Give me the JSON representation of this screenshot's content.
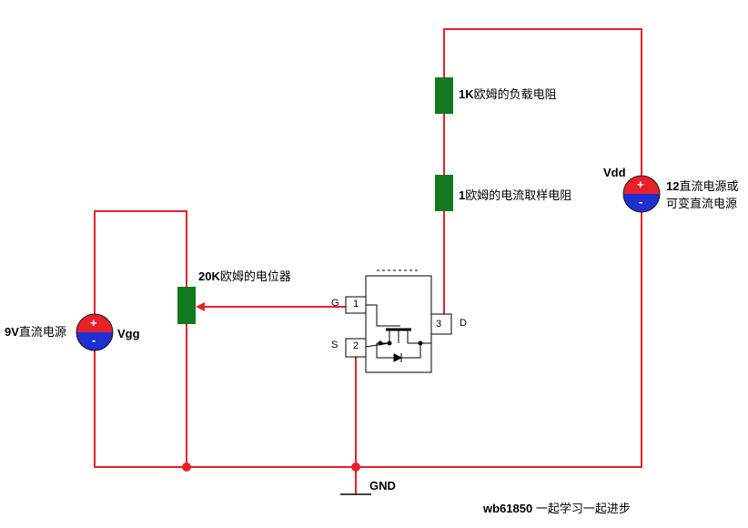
{
  "labels": {
    "load_resistor": {
      "bold": "1K",
      "text": "欧姆的负载电阻"
    },
    "sense_resistor": {
      "bold": "1",
      "text": "欧姆的电流取样电阻"
    },
    "vdd_name": "Vdd",
    "vdd_desc_line1_bold": "12",
    "vdd_desc_line1_text": "直流电源或",
    "vdd_desc_line2": "可变直流电源",
    "pot": {
      "bold": "20K",
      "text": "欧姆的电位器"
    },
    "vgg_supply": {
      "bold": "9V",
      "text": "直流电源"
    },
    "vgg_name": "Vgg",
    "gnd": "GND",
    "footer": {
      "bold": "wb61850",
      "text": " 一起学习一起进步"
    }
  },
  "pins": {
    "gate": {
      "letter": "G",
      "number": "1"
    },
    "source": {
      "letter": "S",
      "number": "2"
    },
    "drain": {
      "letter": "D",
      "number": "3"
    }
  },
  "symbols": {
    "plus": "+",
    "minus": "-"
  },
  "colors": {
    "wire": "#e8202a",
    "resistor": "#117a1e",
    "supply_top": "#e8202a",
    "supply_bottom": "#1f2fd0"
  }
}
